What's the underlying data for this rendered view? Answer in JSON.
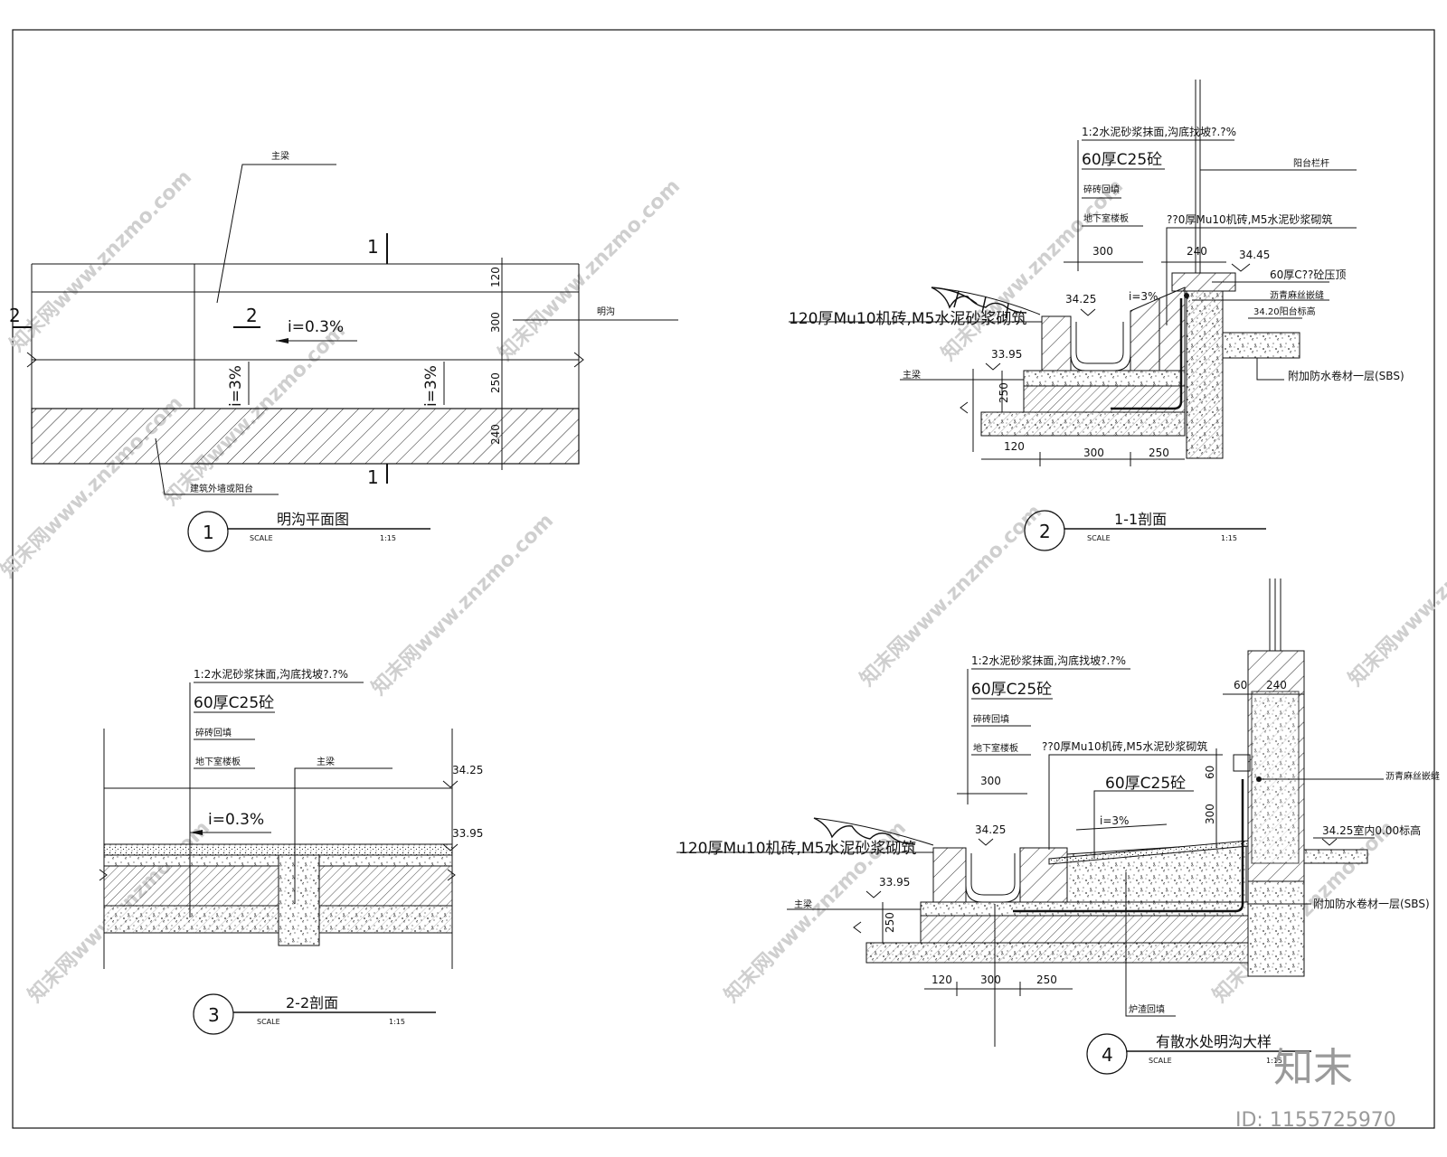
{
  "details": {
    "d1": {
      "num": "1",
      "title": "明沟平面图",
      "scale_label": "SCALE",
      "scale": "1:15"
    },
    "d2": {
      "num": "2",
      "title": "1-1剖面",
      "scale_label": "SCALE",
      "scale": "1:15"
    },
    "d3": {
      "num": "3",
      "title": "2-2剖面",
      "scale_label": "SCALE",
      "scale": "1:15"
    },
    "d4": {
      "num": "4",
      "title": "有散水处明沟大样",
      "scale_label": "SCALE",
      "scale": "1:15"
    }
  },
  "plan": {
    "label_main_beam": "主梁",
    "label_trench": "明沟",
    "label_wall": "建筑外墙或阳台",
    "slope_long": "i=0.3%",
    "slope_cross_a": "i=3%",
    "slope_cross_b": "i=3%",
    "section_1": "1",
    "section_2": "2",
    "dims": [
      "120",
      "300",
      "250",
      "240"
    ]
  },
  "sec11": {
    "notes": [
      "1:2水泥砂浆抹面,沟底找坡?.?%",
      "60厚C25砼",
      "碎砖回填",
      "地下室楼板",
      "??0厚Mu10机砖,M5水泥砂浆砌筑"
    ],
    "left_note": "120厚Mu10机砖,M5水泥砂浆砌筑",
    "railing": "阳台栏杆",
    "coping": "60厚C??砼压顶",
    "asphalt": "沥青麻丝嵌缝",
    "balcony_level": "34.20阳台标高",
    "sbs": "附加防水卷材一层(SBS)",
    "main_beam": "主梁",
    "elev": [
      "34.45",
      "34.25",
      "33.95"
    ],
    "slope": "i=3%",
    "dims_top": [
      "300",
      "240"
    ],
    "dims_side": [
      "250"
    ],
    "dims_bottom": [
      "120",
      "300",
      "250"
    ]
  },
  "sec22": {
    "notes": [
      "1:2水泥砂浆抹面,沟底找坡?.?%",
      "60厚C25砼",
      "碎砖回填",
      "地下室楼板"
    ],
    "main_beam": "主梁",
    "slope": "i=0.3%",
    "elev": [
      "34.25",
      "33.95"
    ]
  },
  "sec4": {
    "notes": [
      "1:2水泥砂浆抹面,沟底找坡?.?%",
      "60厚C25砼",
      "碎砖回填",
      "地下室楼板",
      "??0厚Mu10机砖,M5水泥砂浆砌筑"
    ],
    "concrete": "60厚C25砼",
    "left_note": "120厚Mu10机砖,M5水泥砂浆砌筑",
    "main_beam": "主梁",
    "asphalt": "沥青麻丝嵌缝",
    "indoor_level": "34.25室内0.00标高",
    "sbs": "附加防水卷材一层(SBS)",
    "backfill": "炉渣回填",
    "slope": "i=3%",
    "elev": [
      "34.25",
      "33.95"
    ],
    "dims_top": [
      "60",
      "240",
      "300"
    ],
    "dims_side": [
      "60",
      "300",
      "250"
    ],
    "dims_bottom": [
      "120",
      "300",
      "250"
    ]
  },
  "watermark": {
    "site": "知末网www.znzmo.com",
    "logo": "知末",
    "id": "ID: 1155725970"
  }
}
